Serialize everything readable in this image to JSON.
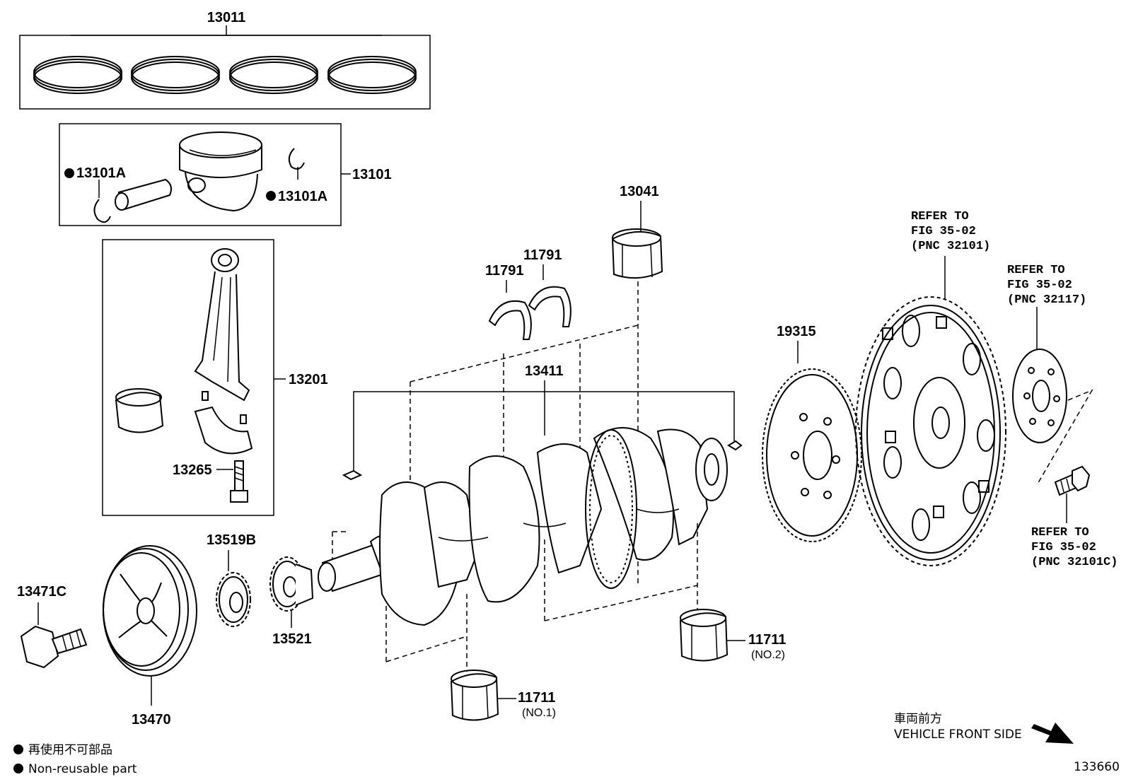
{
  "labels": {
    "p13011": "13011",
    "p13101": "13101",
    "p13101a_left": "13101A",
    "p13101a_right": "13101A",
    "p13201": "13201",
    "p13265": "13265",
    "p13041": "13041",
    "p11791_a": "11791",
    "p11791_b": "11791",
    "p13411": "13411",
    "p19315": "19315",
    "p13519b": "13519B",
    "p13521": "13521",
    "p13471c": "13471C",
    "p13470": "13470",
    "p11711_1": "11711",
    "p11711_1_note": "(NO.1)",
    "p11711_2": "11711",
    "p11711_2_note": "(NO.2)"
  },
  "refers": [
    {
      "line1": "REFER TO",
      "line2": "FIG 35-02",
      "line3": "(PNC 32101)"
    },
    {
      "line1": "REFER TO",
      "line2": "FIG 35-02",
      "line3": "(PNC 32117)"
    },
    {
      "line1": "REFER TO",
      "line2": "FIG 35-02",
      "line3": "(PNC 32101C)"
    }
  ],
  "front": {
    "jp": "車両前方",
    "en": "VEHICLE FRONT SIDE"
  },
  "legend": {
    "jp": "再使用不可部品",
    "en": "Non-reusable part",
    "symbol_color": "#000000"
  },
  "figure_number": "133660"
}
